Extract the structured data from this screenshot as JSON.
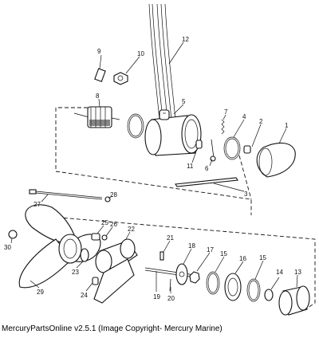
{
  "caption": "MercuryPartsOnline v2.5.1 (Image Copyright- Mercury Marine)",
  "callouts": [
    "1",
    "2",
    "3",
    "4",
    "5",
    "6",
    "7",
    "8",
    "9",
    "10",
    "11",
    "12",
    "13",
    "14",
    "15",
    "15",
    "16",
    "17",
    "18",
    "19",
    "20",
    "21",
    "22",
    "23",
    "24",
    "25",
    "26",
    "27",
    "28",
    "29",
    "30"
  ]
}
